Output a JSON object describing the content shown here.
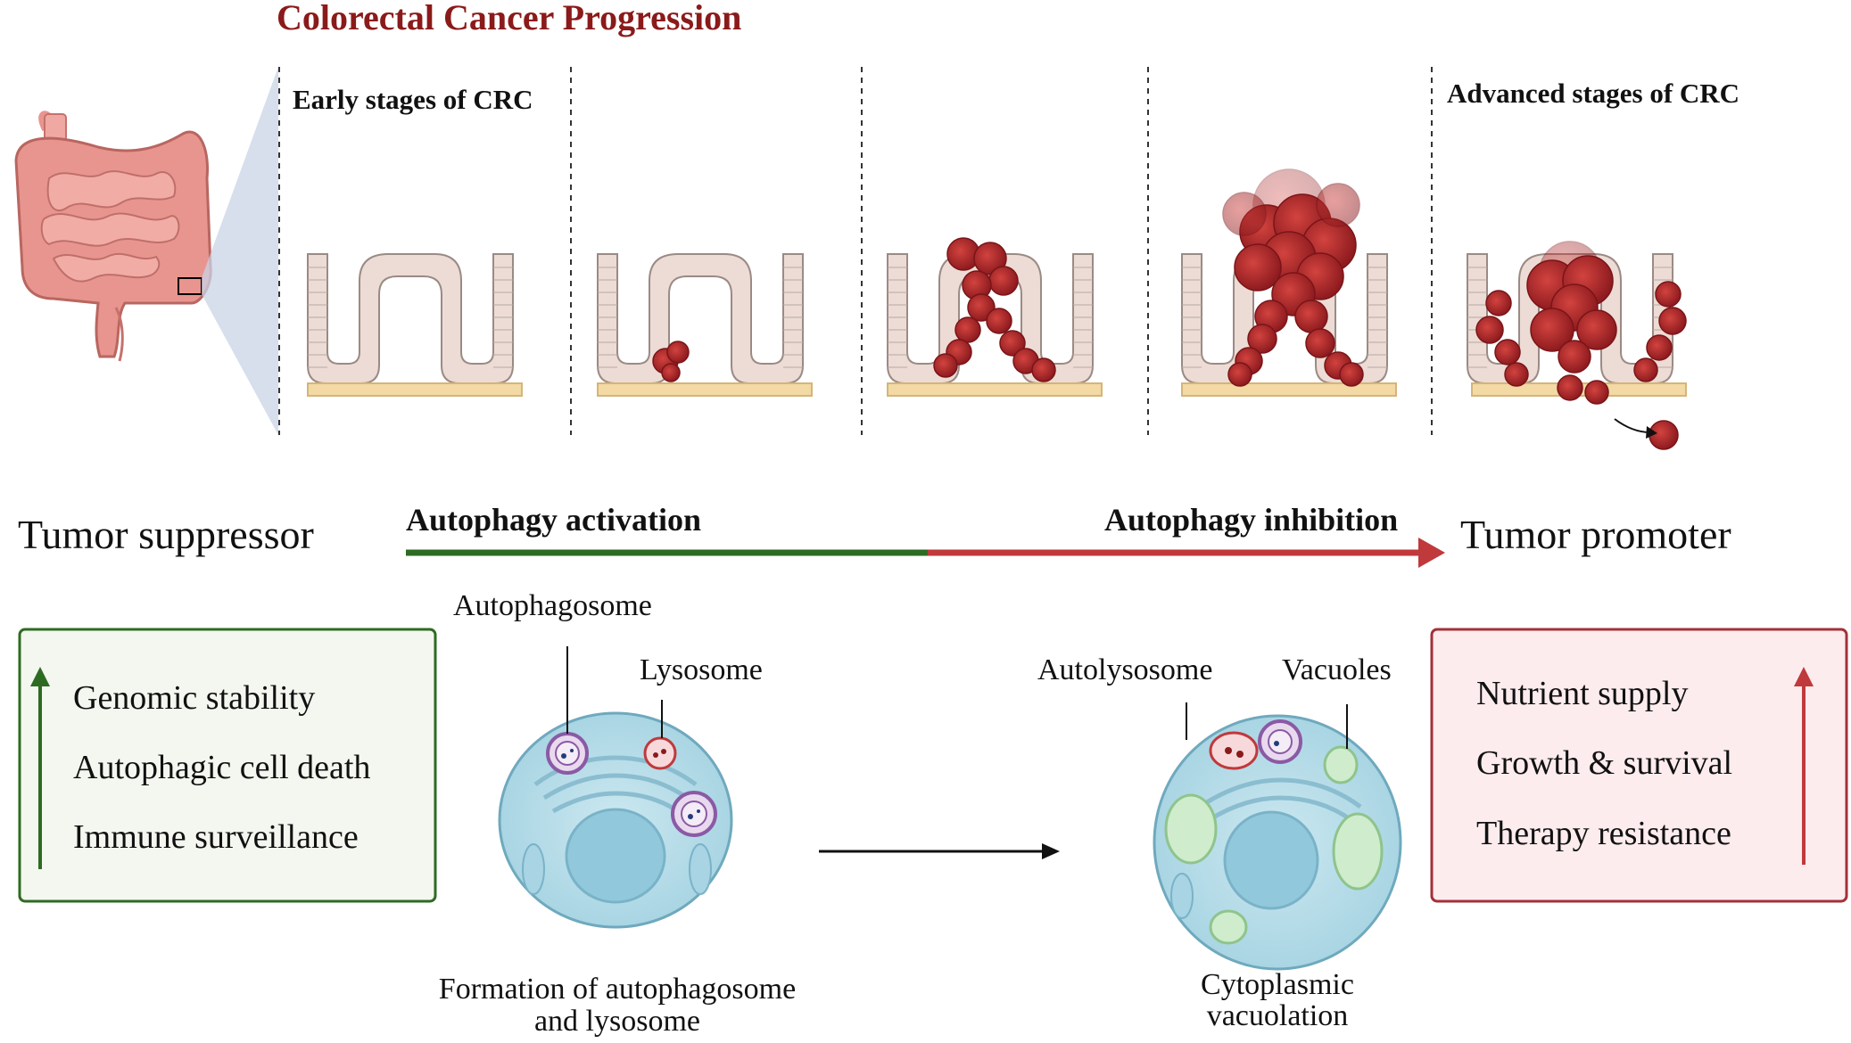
{
  "title": "Colorectal Cancer Progression",
  "stage_labels": {
    "early": "Early stages of CRC",
    "advanced": "Advanced stages of CRC"
  },
  "axis": {
    "left_role": "Tumor suppressor",
    "right_role": "Tumor promoter",
    "activation": "Autophagy activation",
    "inhibition": "Autophagy inhibition"
  },
  "suppressor_box": {
    "items": [
      "Genomic stability",
      "Autophagic cell death",
      "Immune surveillance"
    ]
  },
  "promoter_box": {
    "items": [
      "Nutrient supply",
      "Growth & survival",
      "Therapy resistance"
    ]
  },
  "cell_left": {
    "label_autophagosome": "Autophagosome",
    "label_lysosome": "Lysosome",
    "caption_line1": "Formation of autophagosome",
    "caption_line2": "and lysosome"
  },
  "cell_right": {
    "label_autolysosome": "Autolysosome",
    "label_vacuoles": "Vacuoles",
    "caption_line1": "Cytoplasmic",
    "caption_line2": "vacuolation"
  },
  "colors": {
    "title": "#8b1a1a",
    "activation_green": "#2e6b22",
    "inhibition_red": "#c0393b",
    "suppressor_fill": "#f3f7ef",
    "promoter_fill": "#fcecee",
    "tumor": "#b3262a",
    "epithelium": "#ecdcd5",
    "basement": "#f3d9a4",
    "cell_fill": "#b5dde9",
    "intestine": "#e8958f"
  }
}
